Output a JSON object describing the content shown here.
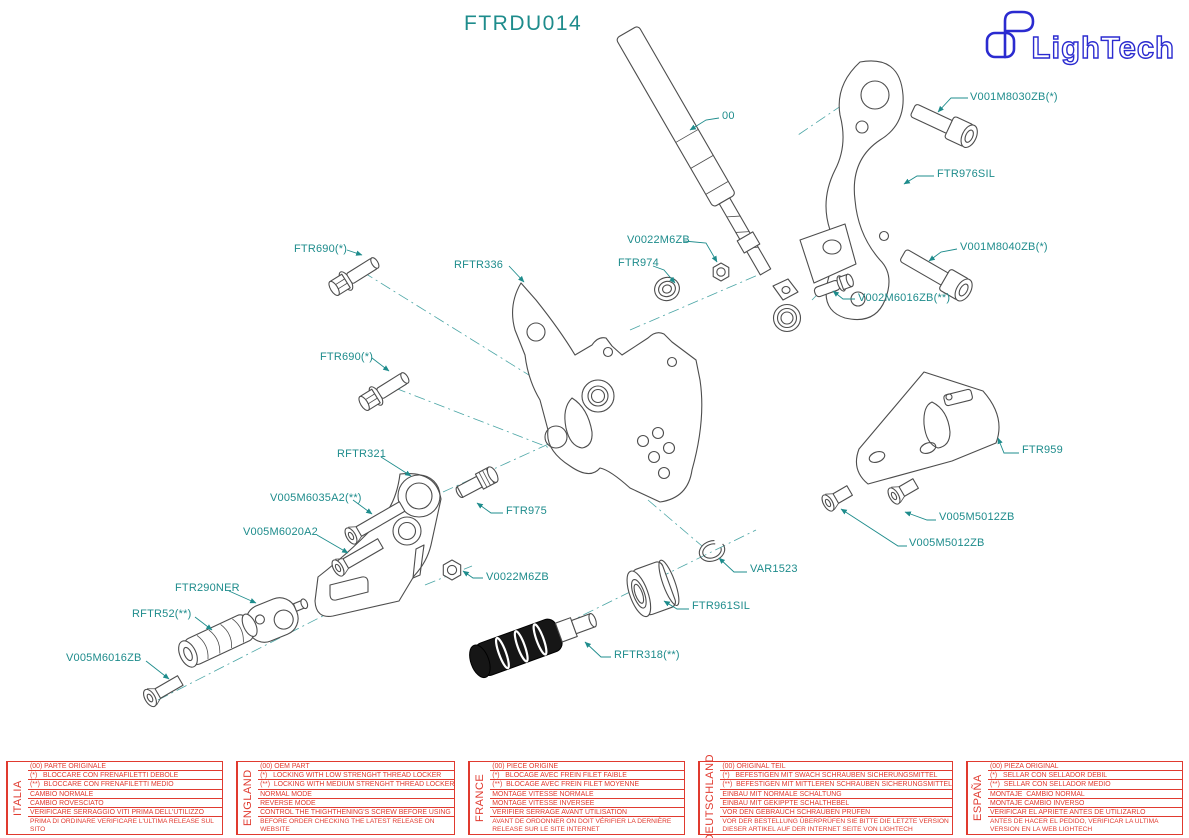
{
  "title": "FTRDU014",
  "logo": {
    "text": "LighTech",
    "mark": "lightech-dp-monogram"
  },
  "colors": {
    "label_teal": "#1e8c8c",
    "table_red": "#e03a2f",
    "logo_blue": "#2b2bd0",
    "line_gray": "#4d4d4d"
  },
  "part_labels": [
    "00",
    "V001M8030ZB(*)",
    "FTR976SIL",
    "V001M8040ZB(*)",
    "V002M6016ZB(**)",
    "V0022M6ZB",
    "FTR974",
    "FTR690(*)",
    "RFTR336",
    "FTR690(*)",
    "FTR959",
    "V005M5012ZB",
    "V005M5012ZB",
    "RFTR321",
    "V005M6035A2(**)",
    "V005M6020A2",
    "FTR975",
    "V0022M6ZB",
    "FTR290NER",
    "RFTR52(**)",
    "V005M6016ZB",
    "FTR961SIL",
    "RFTR318(**)",
    "VAR1523"
  ],
  "tables": [
    {
      "language": "ITALIA",
      "rows": [
        "(00) PARTE ORIGINALE",
        "(*)   BLOCCARE CON FRENAFILETTI DEBOLE",
        "(**)  BLOCCARE CON FRENAFILETTI MEDIO",
        "CAMBIO NORMALE",
        "CAMBIO ROVESCIATO",
        "VERIFICARE SERRAGGIO VITI PRIMA DELL'UTILIZZO",
        "PRIMA DI ORDINARE VERIFICARE L'ULTIMA RELEASE SUL SITO"
      ]
    },
    {
      "language": "ENGLAND",
      "rows": [
        "(00) OEM PART",
        "(*)   LOCKING WITH LOW STRENGHT THREAD LOCKER",
        "(**)  LOCKING WITH MEDIUM STRENGHT THREAD LOCKER",
        "NORMAL MODE",
        "REVERSE MODE",
        "CONTROL THE THIGHTHENING'S SCREW BEFORE USING",
        "BEFORE ORDER CHECKING THE LATEST RELEASE ON WEBSITE"
      ]
    },
    {
      "language": "FRANCE",
      "rows": [
        "(00) PIECE ORIGINE",
        "(*)   BLOCAGE AVEC FREIN FILET FAIBLE",
        "(**)  BLOCAGE AVEC FREIN FILET MOYENNE",
        "MONTAGE VITESSE NORMALE",
        "MONTAGE VITESSE INVERSEE",
        "VERIFIER SERRAGE AVANT UTILISATION",
        "AVANT DE ORDONNER ON DOIT VÉRIFIER LA DERNIÈRE RELEASE SUR LE SITE INTERNET"
      ]
    },
    {
      "language": "DEUTSCHLAND",
      "rows": [
        "(00) ORIGINAL TEIL",
        "(*)   BEFESTIGEN MIT SWACH SCHRAUBEN SICHERUNGSMITTEL",
        "(**)  BEFESTIGEN MIT MITTLEREN SCHRAUBEN SICHERUNGSMITTEL",
        "EINBAU MIT NORMALE SCHALTUNG",
        "EINBAU MIT GEKIPPTE SCHALTHEBEL",
        "VOR DEN GEBRAUCH SCHRAUBEN PRÜFEN",
        "VOR DER BESTELLUNG ÜBERPRÜFEN SIE BITTE DIE LETZTE VERSION DIESER ARTIKEL AUF DER INTERNET SEITE VON LIGHTECH"
      ]
    },
    {
      "language": "ESPAÑA",
      "rows": [
        "(00) PIEZA ORIGINAL",
        "(*)   SELLAR CON SELLADOR DEBIL",
        "(**)  SELLAR CON SELLADOR MEDIO",
        "MONTAJE  CAMBIO NORMAL",
        "MONTAJE CAMBIO INVERSO",
        "VERIFICAR EL APRIETE ANTES DE UTILIZARLO",
        "ANTES DE HACER EL PEDIDO, VERIFICAR LA ULTIMA VERSION EN LA WEB LIGHTECH"
      ]
    }
  ]
}
